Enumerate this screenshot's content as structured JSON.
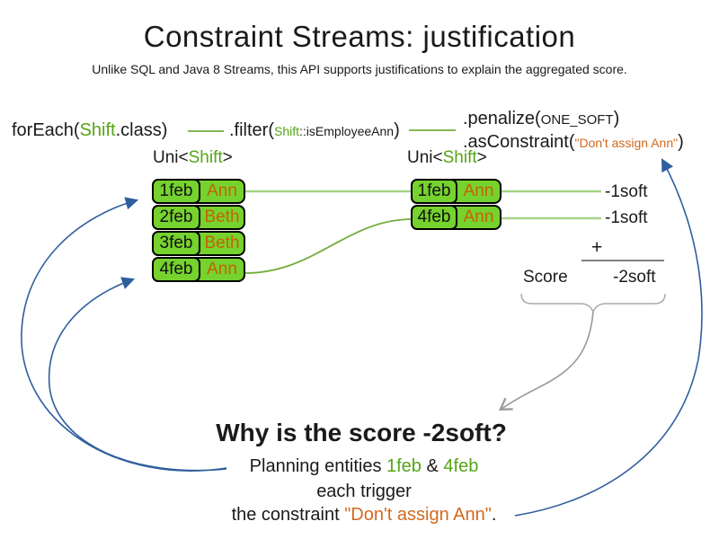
{
  "slide": {
    "title": "Constraint Streams: justification",
    "subtitle": "Unlike SQL and Java 8 Streams, this API supports justifications to explain the aggregated score."
  },
  "code": {
    "foreach_prefix": "forEach(",
    "foreach_class": "Shift",
    "foreach_suffix": ".class)",
    "filter_prefix": ".filter(",
    "filter_arg_class": "Shift",
    "filter_arg_method": "::isEmployeeAnn",
    "filter_suffix": ")",
    "penalize_prefix": ".penalize(",
    "penalize_arg": "ONE_SOFT",
    "penalize_suffix": ")",
    "asconstraint_prefix": ".asConstraint(",
    "asconstraint_arg": "\"Don't assign Ann\"",
    "asconstraint_suffix": ")"
  },
  "streams": {
    "left": {
      "type_prefix": "Uni<",
      "type_name": "Shift",
      "type_suffix": ">",
      "rows": [
        {
          "date": "1feb",
          "employee": "Ann"
        },
        {
          "date": "2feb",
          "employee": "Beth"
        },
        {
          "date": "3feb",
          "employee": "Beth"
        },
        {
          "date": "4feb",
          "employee": "Ann"
        }
      ]
    },
    "right": {
      "type_prefix": "Uni<",
      "type_name": "Shift",
      "type_suffix": ">",
      "rows": [
        {
          "date": "1feb",
          "employee": "Ann"
        },
        {
          "date": "4feb",
          "employee": "Ann"
        }
      ]
    }
  },
  "score_panel": {
    "match_scores": [
      "-1soft",
      "-1soft"
    ],
    "plus": "+",
    "label": "Score",
    "total": "-2soft"
  },
  "explanation": {
    "heading": "Why is the score -2soft?",
    "line1_prefix": "Planning entities ",
    "entity1": "1feb",
    "line1_mid": " & ",
    "entity2": "4feb",
    "line2": "each trigger",
    "line3_prefix": "the constraint ",
    "constraint": "\"Don't assign Ann\"",
    "line3_suffix": "."
  },
  "colors": {
    "entity_fill_green": "#76d22e",
    "code_token_green": "#55a514",
    "employee_orange": "#c66300",
    "constraint_string_orange": "#d2691e",
    "arrow_blue": "#2f5e9e",
    "connector_green_light": "#a6d387",
    "connector_green": "#74ad3d",
    "neutral_gray": "#9b9b9b",
    "text_black": "#1a1a1a"
  }
}
